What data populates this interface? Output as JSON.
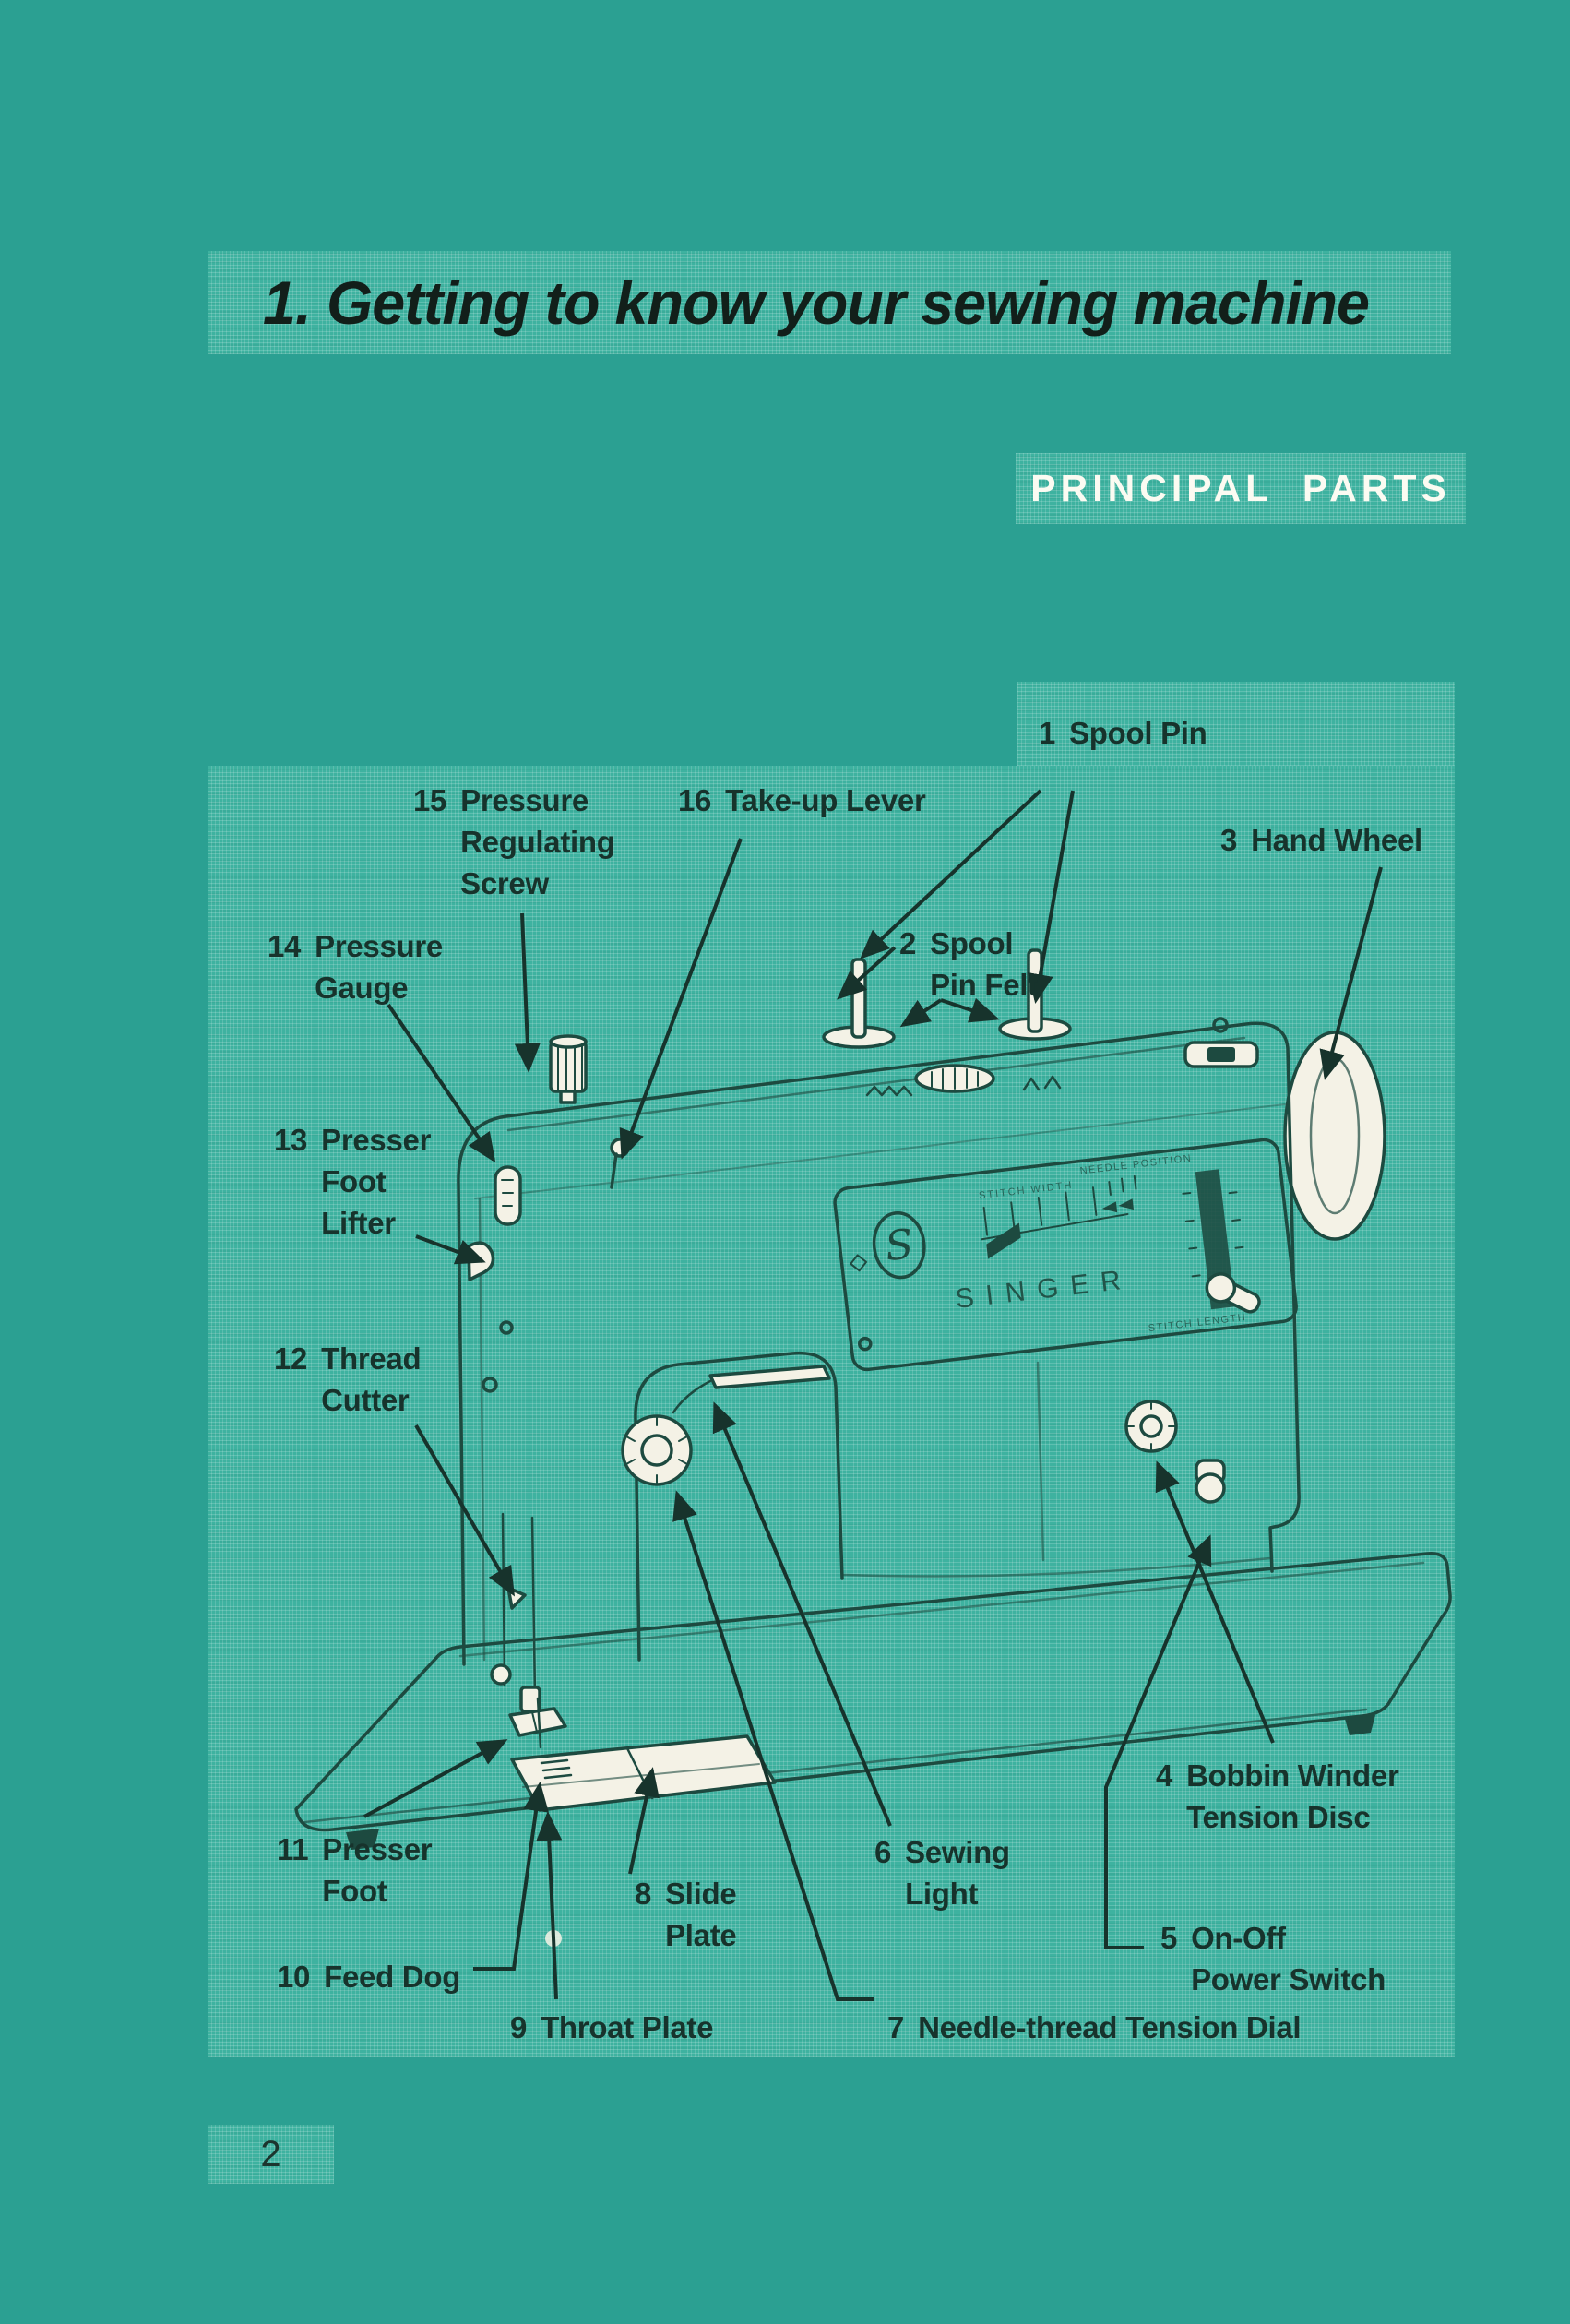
{
  "header": {
    "chapter_title": "1. Getting to know your sewing machine",
    "section_heading": "PRINCIPAL PARTS"
  },
  "footer": {
    "page_number": "2"
  },
  "machine": {
    "brand": "SINGER",
    "badge_letter": "S",
    "panel_texts": {
      "stitch_width": "STITCH WIDTH",
      "needle_position": "NEEDLE POSITION",
      "stitch_length": "STITCH LENGTH"
    }
  },
  "labels": {
    "l1": {
      "num": "1",
      "lines": [
        "Spool Pin"
      ]
    },
    "l2": {
      "num": "2",
      "lines": [
        "Spool",
        "Pin Felt"
      ]
    },
    "l3": {
      "num": "3",
      "lines": [
        "Hand Wheel"
      ]
    },
    "l4": {
      "num": "4",
      "lines": [
        "Bobbin Winder",
        "Tension Disc"
      ]
    },
    "l5": {
      "num": "5",
      "lines": [
        "On-Off",
        "Power Switch"
      ]
    },
    "l6": {
      "num": "6",
      "lines": [
        "Sewing",
        "Light"
      ]
    },
    "l7": {
      "num": "7",
      "lines": [
        "Needle-thread Tension Dial"
      ]
    },
    "l8": {
      "num": "8",
      "lines": [
        "Slide",
        "Plate"
      ]
    },
    "l9": {
      "num": "9",
      "lines": [
        "Throat Plate"
      ]
    },
    "l10": {
      "num": "10",
      "lines": [
        "Feed Dog"
      ]
    },
    "l11": {
      "num": "11",
      "lines": [
        "Presser",
        "Foot"
      ]
    },
    "l12": {
      "num": "12",
      "lines": [
        "Thread",
        "Cutter"
      ]
    },
    "l13": {
      "num": "13",
      "lines": [
        "Presser",
        "Foot",
        "Lifter"
      ]
    },
    "l14": {
      "num": "14",
      "lines": [
        "Pressure",
        "Gauge"
      ]
    },
    "l15": {
      "num": "15",
      "lines": [
        "Pressure",
        "Regulating",
        "Screw"
      ]
    },
    "l16": {
      "num": "16",
      "lines": [
        "Take-up Lever"
      ]
    }
  },
  "colors": {
    "background": "#2BA092",
    "panel": "#3EB2A0",
    "ink": "#1D4A40",
    "label_ink": "#17332C",
    "title_ink": "#121F1A",
    "heading_text": "#FBFBF2",
    "part_white": "#F4F2E6"
  }
}
